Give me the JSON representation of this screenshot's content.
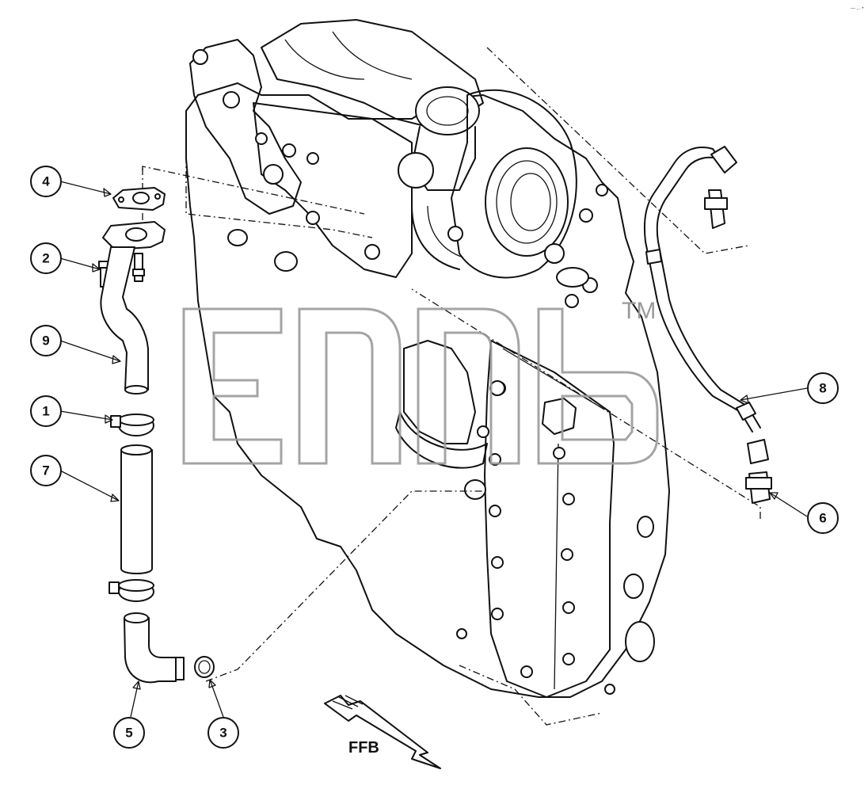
{
  "callouts": [
    {
      "id": "4",
      "label": "4"
    },
    {
      "id": "2",
      "label": "2"
    },
    {
      "id": "9",
      "label": "9"
    },
    {
      "id": "1",
      "label": "1"
    },
    {
      "id": "7",
      "label": "7"
    },
    {
      "id": "5",
      "label": "5"
    },
    {
      "id": "3",
      "label": "3"
    },
    {
      "id": "8",
      "label": "8"
    },
    {
      "id": "6",
      "label": "6"
    }
  ],
  "direction_label": "FFB",
  "watermark": {
    "mark": "TM"
  },
  "corner_mark": "— ,.. •"
}
